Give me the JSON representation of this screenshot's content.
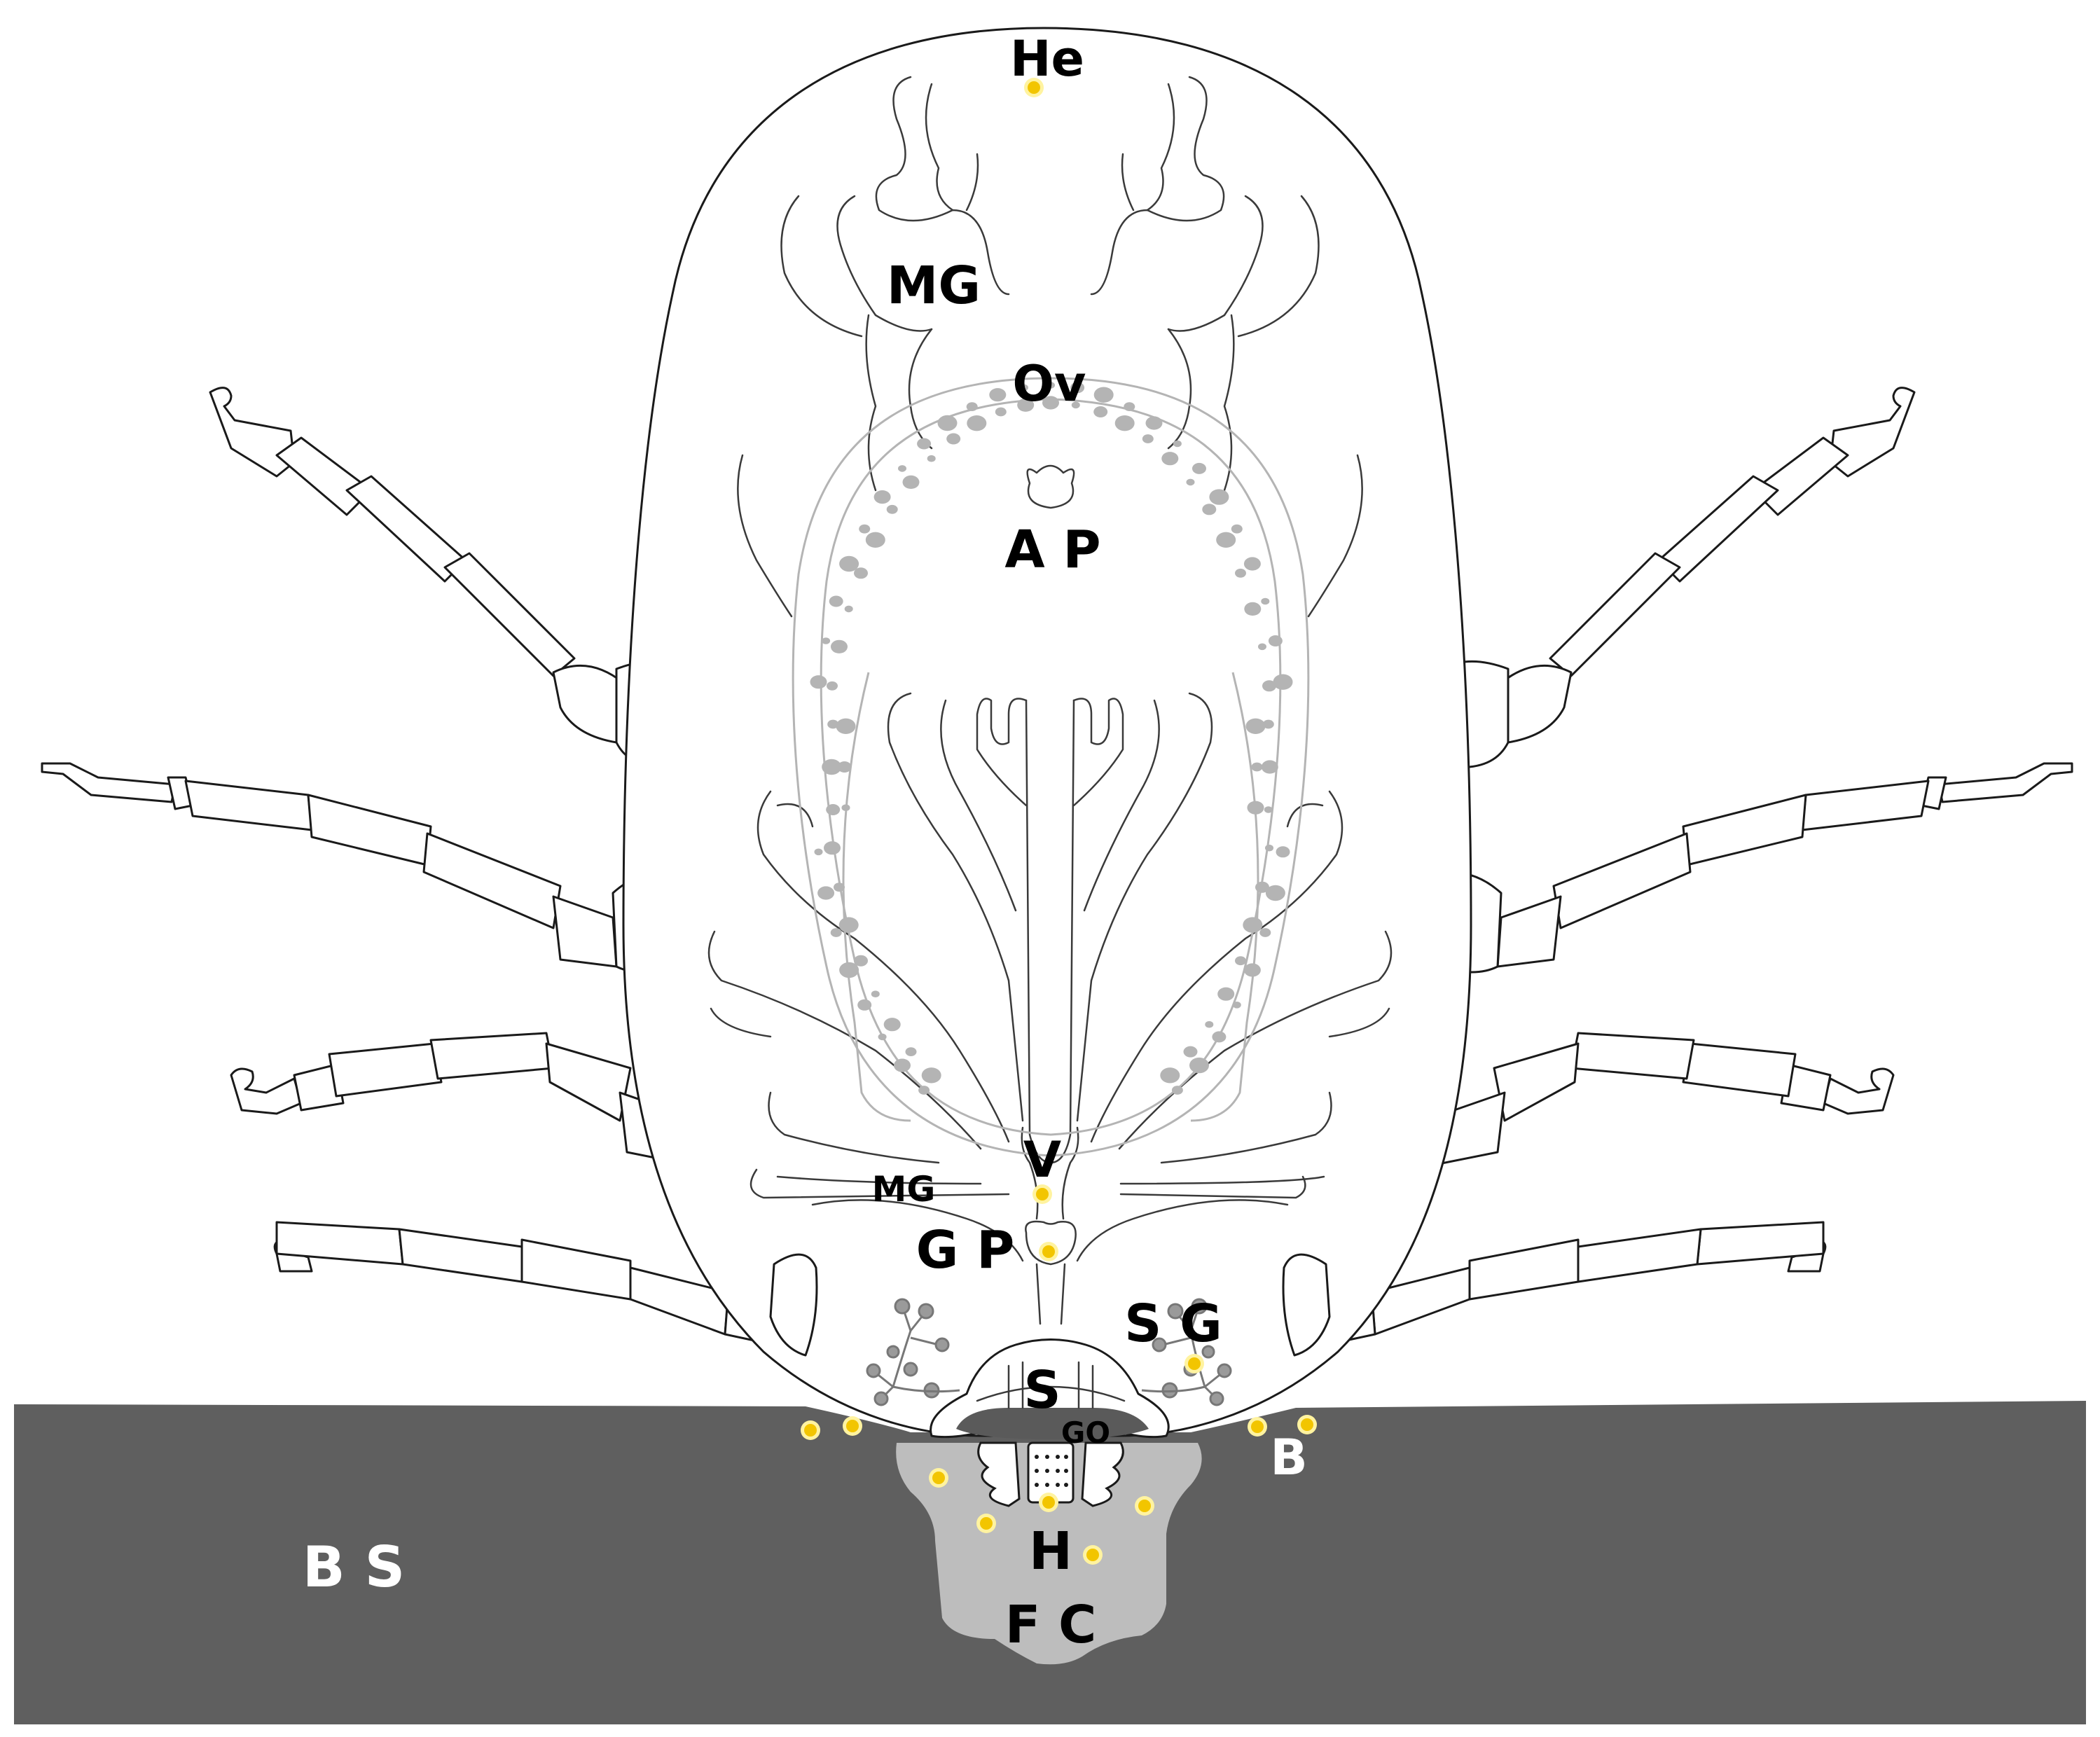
{
  "diagram": {
    "colors": {
      "skin": "#5f5f5f",
      "feeding_cavity": "#bdbdbd",
      "marker_fill": "#f2c500",
      "marker_ring": "#fff3a0",
      "ovary": "#b4b4b4",
      "outline": "#1a1a1a"
    },
    "labels": {
      "he": "He",
      "mg_top": "MG",
      "ov": "Ov",
      "ap": "A P",
      "v": "V",
      "mg_bottom": "MG",
      "gp": "G P",
      "sg": "S G",
      "s": "S",
      "go": "GO",
      "b": "B",
      "h": "H",
      "fc": "F C",
      "bs": "B S"
    },
    "icons": {
      "marker": "yellow-dot-marker"
    }
  }
}
